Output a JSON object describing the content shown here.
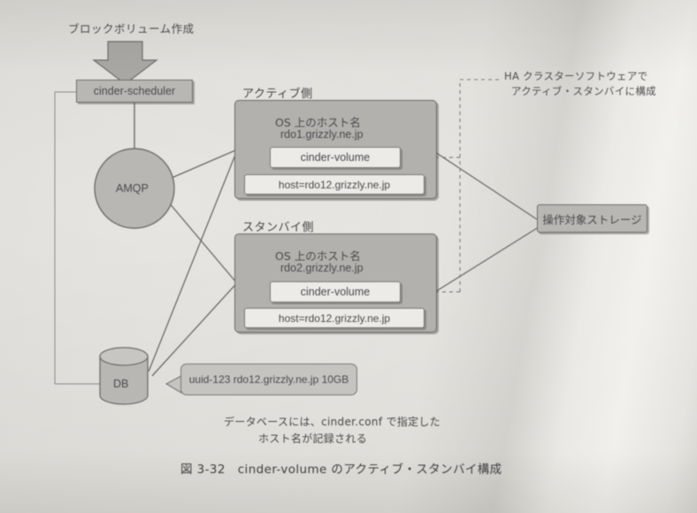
{
  "figure": {
    "caption": "図 3-32　cinder-volume のアクティブ・スタンバイ構成",
    "bottom_note_line1": "データベースには、cinder.conf で指定した",
    "bottom_note_line2": "ホスト名が記録される"
  },
  "annotations": {
    "create_volume": "ブロックボリューム作成",
    "ha_note_line1": "HA クラスターソフトウェアで",
    "ha_note_line2": "アクティブ・スタンバイに構成"
  },
  "nodes": {
    "scheduler": "cinder-scheduler",
    "amqp": "AMQP",
    "db": "DB",
    "storage": "操作対象ストレージ",
    "db_record": "uuid-123 rdo12.grizzly.ne.jp 10GB"
  },
  "active": {
    "side_label": "アクティブ側",
    "host_title": "OS 上のホスト名",
    "host_name": "rdo1.grizzly.ne.jp",
    "service": "cinder-volume",
    "conf_host": "host=rdo12.grizzly.ne.jp"
  },
  "standby": {
    "side_label": "スタンバイ側",
    "host_title": "OS 上のホスト名",
    "host_name": "rdo2.grizzly.ne.jp",
    "service": "cinder-volume",
    "conf_host": "host=rdo12.grizzly.ne.jp"
  },
  "colors": {
    "paper": "#dbd9d4",
    "node_fill": "#b9b7b4",
    "node_stroke": "#6f6e6d",
    "white_fill": "#ecebe8",
    "ink": "#4a4a4c"
  }
}
